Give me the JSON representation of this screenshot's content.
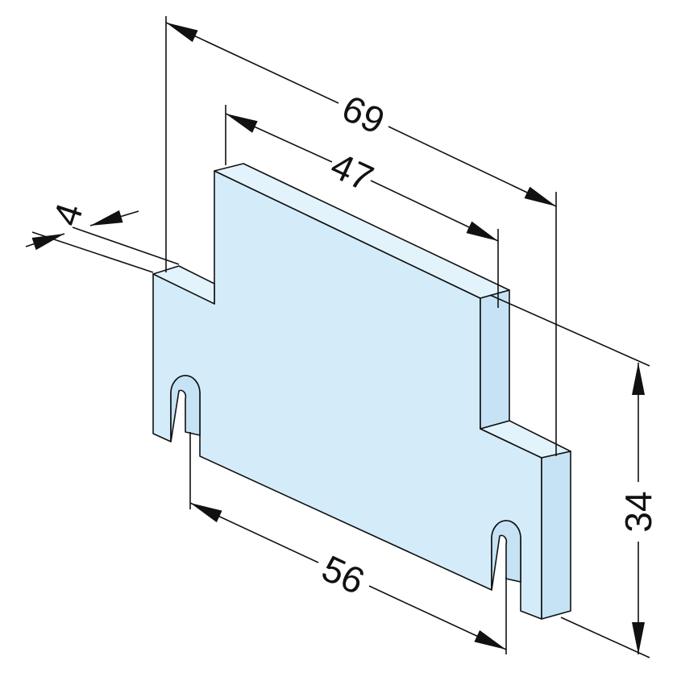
{
  "part": {
    "colors": {
      "face": "#d4ecfa",
      "side": "#c6e3f5",
      "top": "#e3f3fc",
      "line": "#111111",
      "background": "#ffffff"
    }
  },
  "dimensions": {
    "overall_length": "69",
    "top_tab_length": "47",
    "slot_spacing": "56",
    "height": "34",
    "thickness": "4"
  }
}
